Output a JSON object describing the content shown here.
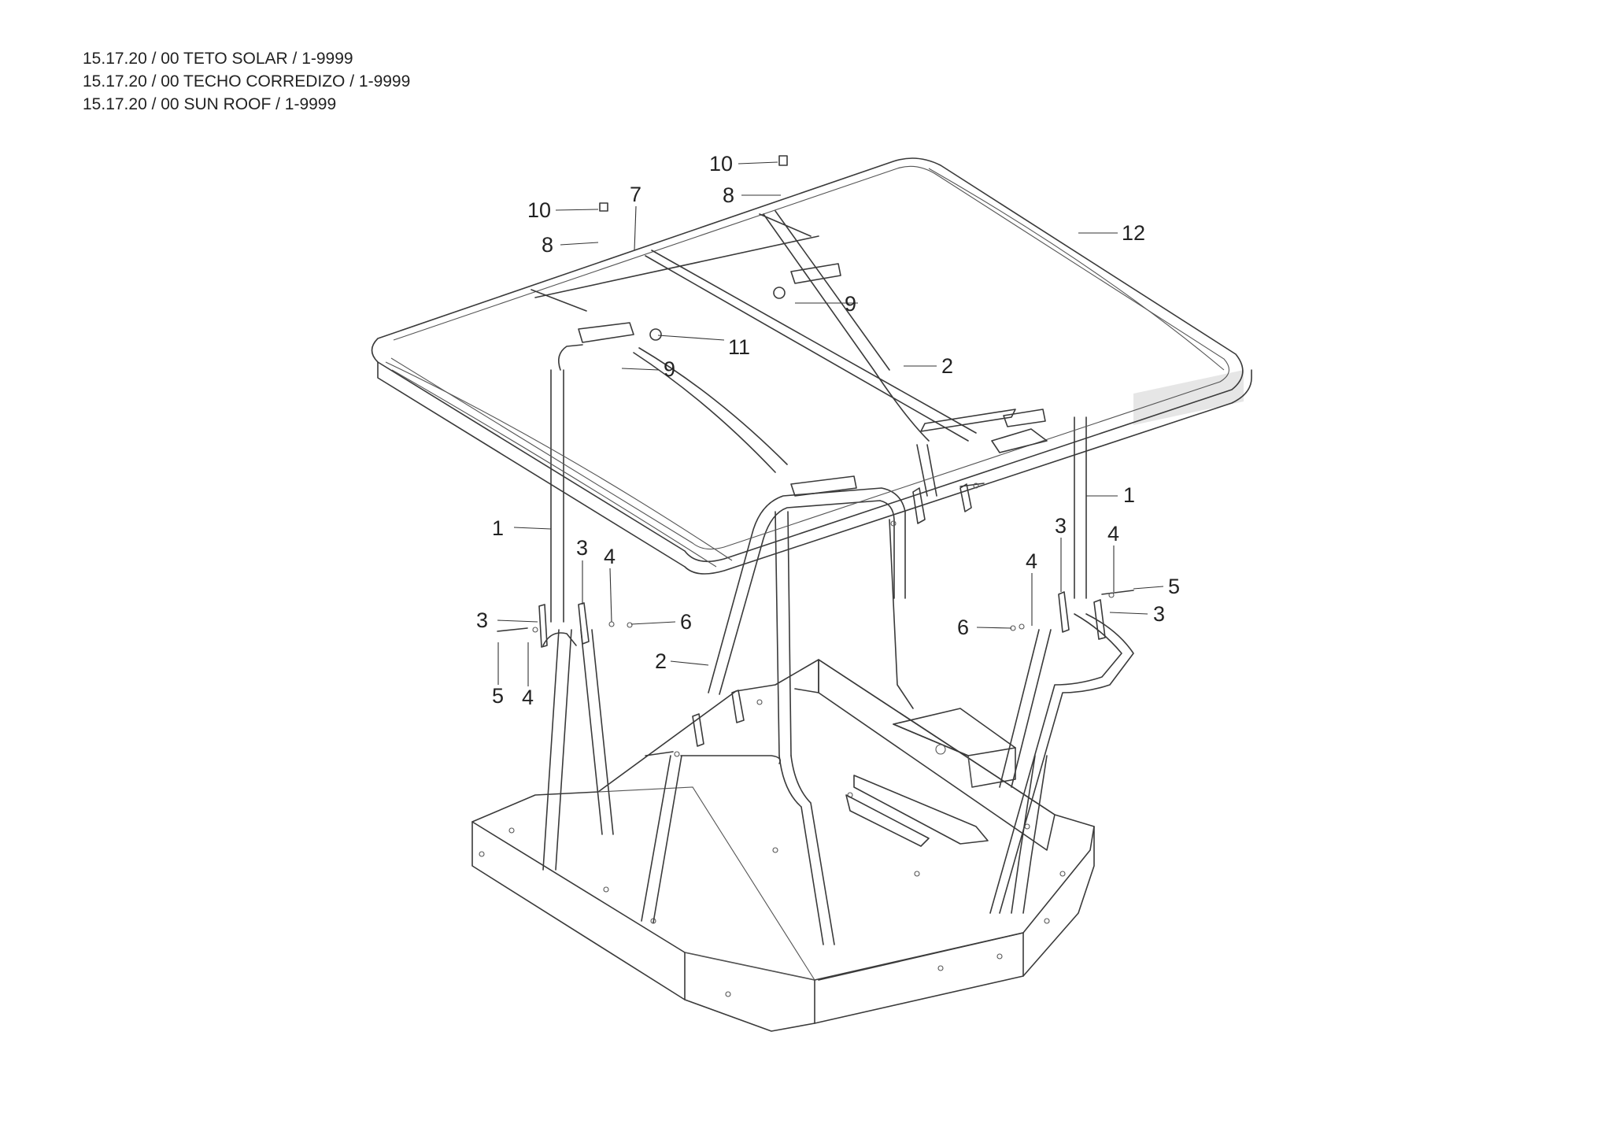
{
  "header": {
    "lines": [
      "15.17.20 / 00 TETO SOLAR / 1-9999",
      "15.17.20 / 00 TECHO CORREDIZO / 1-9999",
      "15.17.20 / 00 SUN ROOF / 1-9999"
    ]
  },
  "callouts": [
    "10",
    "8",
    "10",
    "8",
    "7",
    "12",
    "9",
    "11",
    "9",
    "2",
    "1",
    "1",
    "3",
    "4",
    "3",
    "5",
    "4",
    "6",
    "2",
    "4",
    "3",
    "4",
    "5",
    "6",
    "3"
  ]
}
